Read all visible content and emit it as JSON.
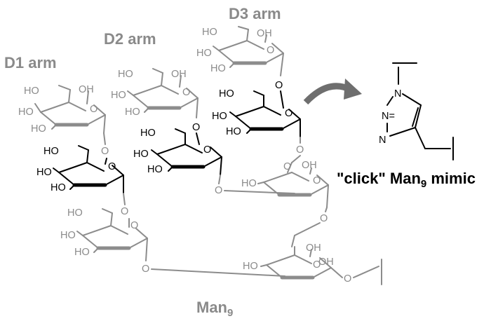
{
  "labels": {
    "d1_arm": "D1 arm",
    "d2_arm": "D2 arm",
    "d3_arm": "D3 arm",
    "man9": "Man",
    "man9_sub": "9",
    "click_pre": "\"click\" Man",
    "click_sub": "9",
    "click_post": " mimic"
  },
  "atoms": {
    "ho": "HO",
    "oh": "OH",
    "o": "O",
    "n": "N",
    "n_equal": "N="
  },
  "colors": {
    "gray_residue": "#8c8c8c",
    "black_residue": "#000000",
    "arrow": "#6e6e6e"
  },
  "icons": {
    "reaction_arrow": "curved-arrow-icon",
    "triazole": "triazole-structure"
  }
}
